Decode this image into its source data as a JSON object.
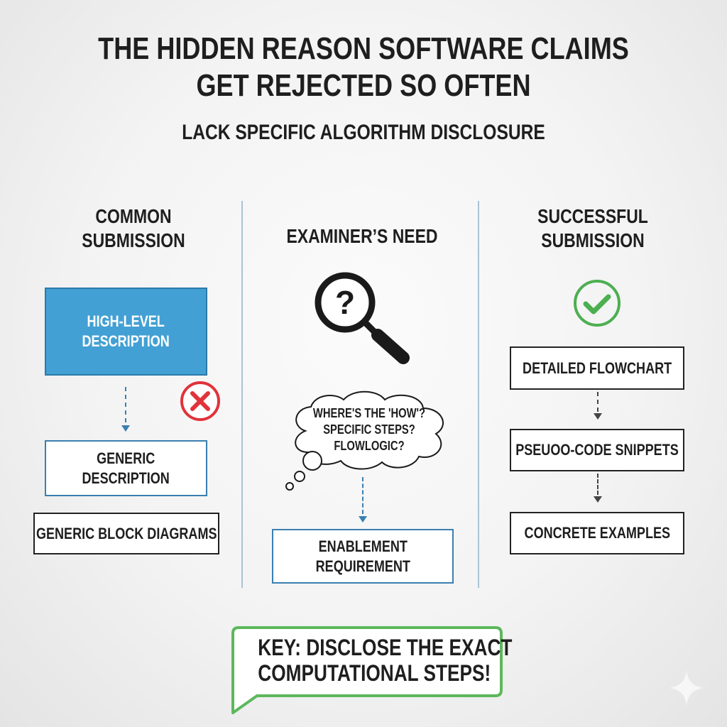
{
  "header": {
    "title_line1": "THE HIDDEN REASON SOFTWARE CLAIMS",
    "title_line2": "GET REJECTED SO OFTEN",
    "subtitle": "LACK SPECIFIC ALGORITHM DISCLOSURE"
  },
  "columns": {
    "common": {
      "heading_line1": "COMMON",
      "heading_line2": "SUBMISSION",
      "status_icon": "x-circle-icon",
      "status_color": "#e0333b",
      "boxes": [
        {
          "line1": "HIGH-LEVEL",
          "line2": "DESCRIPTION"
        },
        {
          "line1": "GENERIC",
          "line2": "DESCRIPTION"
        },
        {
          "line1": "GENERIC BLOCK DIAGRAMS"
        }
      ]
    },
    "examiner": {
      "heading": "EXAMINER’S NEED",
      "icon": "magnifier-question-icon",
      "thought": {
        "line1": "WHERE'S THE 'HOW'?",
        "line2": "SPECIFIC STEPS?",
        "line3": "FLOWLOGIC?"
      },
      "box": {
        "line1": "ENABLEMENT",
        "line2": "REQUIREMENT"
      }
    },
    "successful": {
      "heading_line1": "SUCCESSFUL",
      "heading_line2": "SUBMISSION",
      "status_icon": "check-circle-icon",
      "status_color": "#4caf50",
      "boxes": [
        {
          "line1": "DETAILED FLOWCHART"
        },
        {
          "line1": "PSEUOO-CODE SNIPPETS"
        },
        {
          "line1": "CONCRETE EXAMPLES"
        }
      ]
    }
  },
  "key_callout": {
    "line1": "KEY: DISCLOSE THE EXACT",
    "line2": "COMPUTATIONAL STEPS!",
    "border_color": "#5cb85c"
  },
  "colors": {
    "accent_blue": "#42a0d4",
    "divider": "#a9c4d6",
    "reject_red": "#e0333b",
    "success_green": "#4caf50"
  }
}
